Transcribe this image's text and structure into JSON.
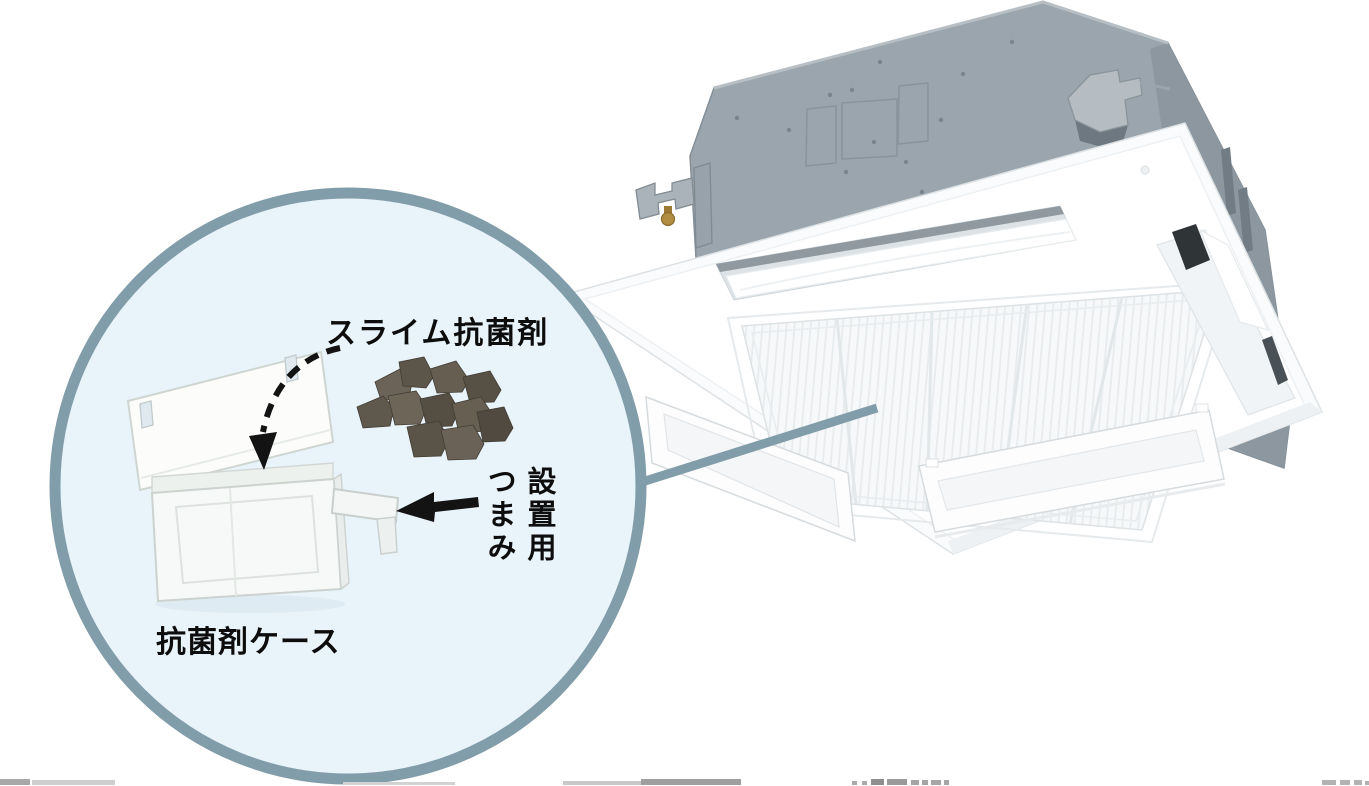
{
  "figure": {
    "slime_label": "スライム抗菌剤",
    "case_label": "抗菌剤ケース",
    "knob_label_line1": "設置用",
    "knob_label_line2": "つまみ"
  },
  "icons": {
    "insert_arrow": "dashed-curved-down-arrow",
    "knob_arrow": "solid-left-arrow",
    "callout": "magnifier-circle"
  },
  "colors": {
    "circle_fill": "#e9f3fa",
    "circle_stroke": "#829daa",
    "connector_line": "#829daa",
    "unit_gray": "#9aa5ad",
    "unit_gray_dark": "#8c97a0",
    "panel_white": "#fafbfc",
    "granule_dark": "#5e574b",
    "arrow_black": "#131313",
    "label_text": "#0d0d0d"
  }
}
